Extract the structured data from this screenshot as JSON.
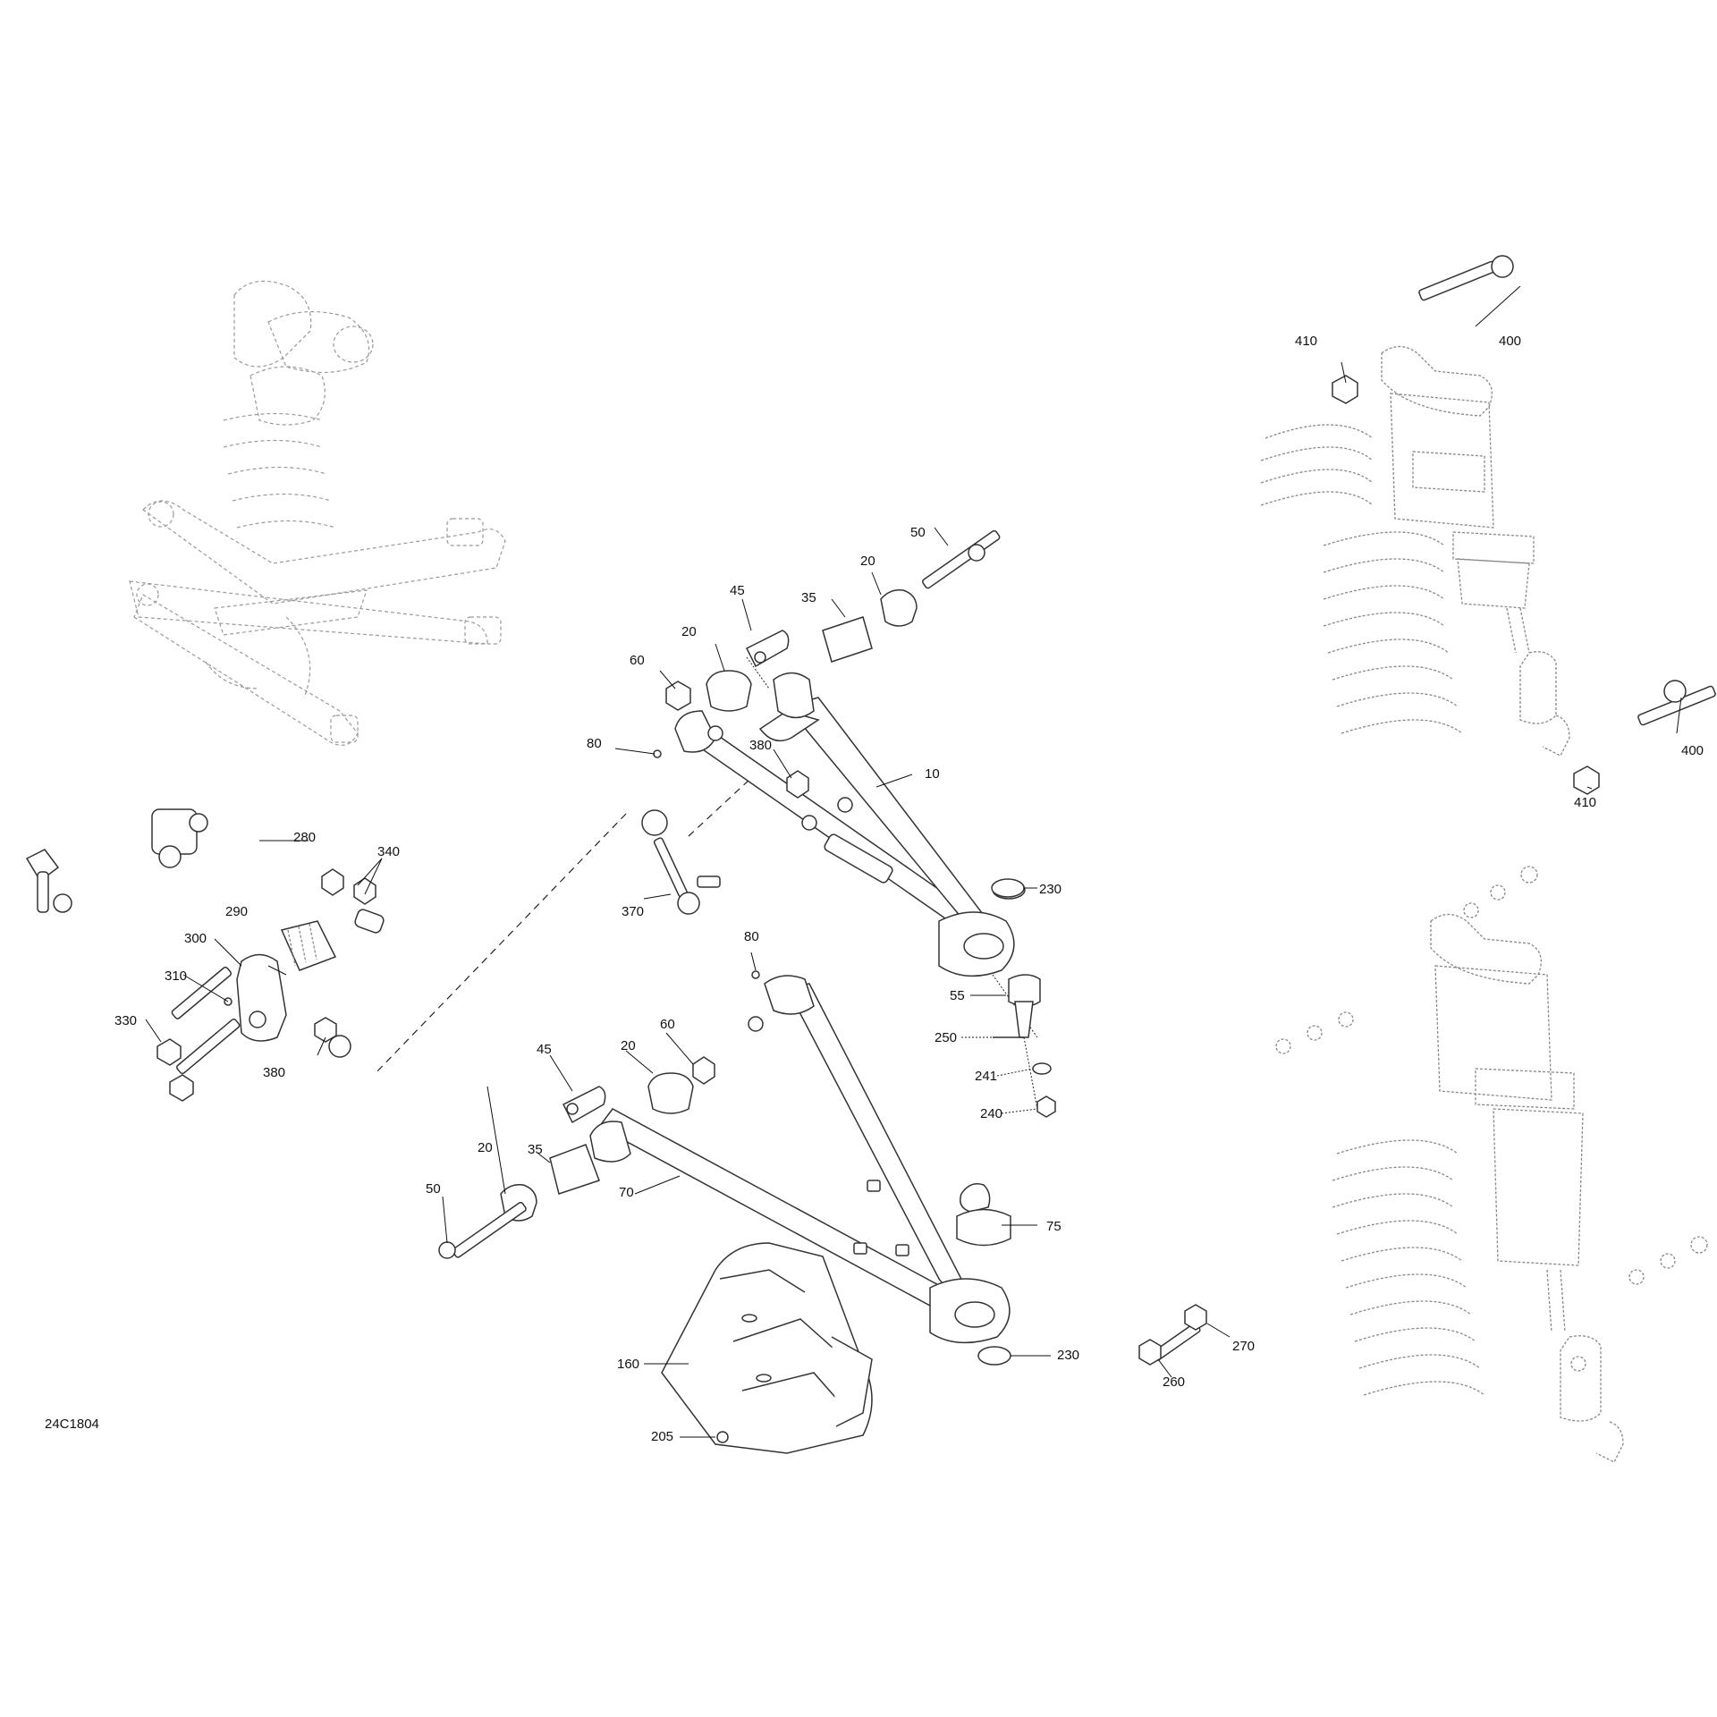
{
  "diagram": {
    "ref_code": "24C1804",
    "callouts": [
      "400",
      "410",
      "400",
      "410",
      "50",
      "20",
      "45",
      "35",
      "20",
      "60",
      "80",
      "380",
      "10",
      "280",
      "340",
      "290",
      "300",
      "310",
      "330",
      "380",
      "370",
      "230",
      "80",
      "55",
      "250",
      "241",
      "240",
      "60",
      "20",
      "45",
      "35",
      "20",
      "50",
      "70",
      "75",
      "160",
      "230",
      "205",
      "260",
      "270"
    ]
  }
}
